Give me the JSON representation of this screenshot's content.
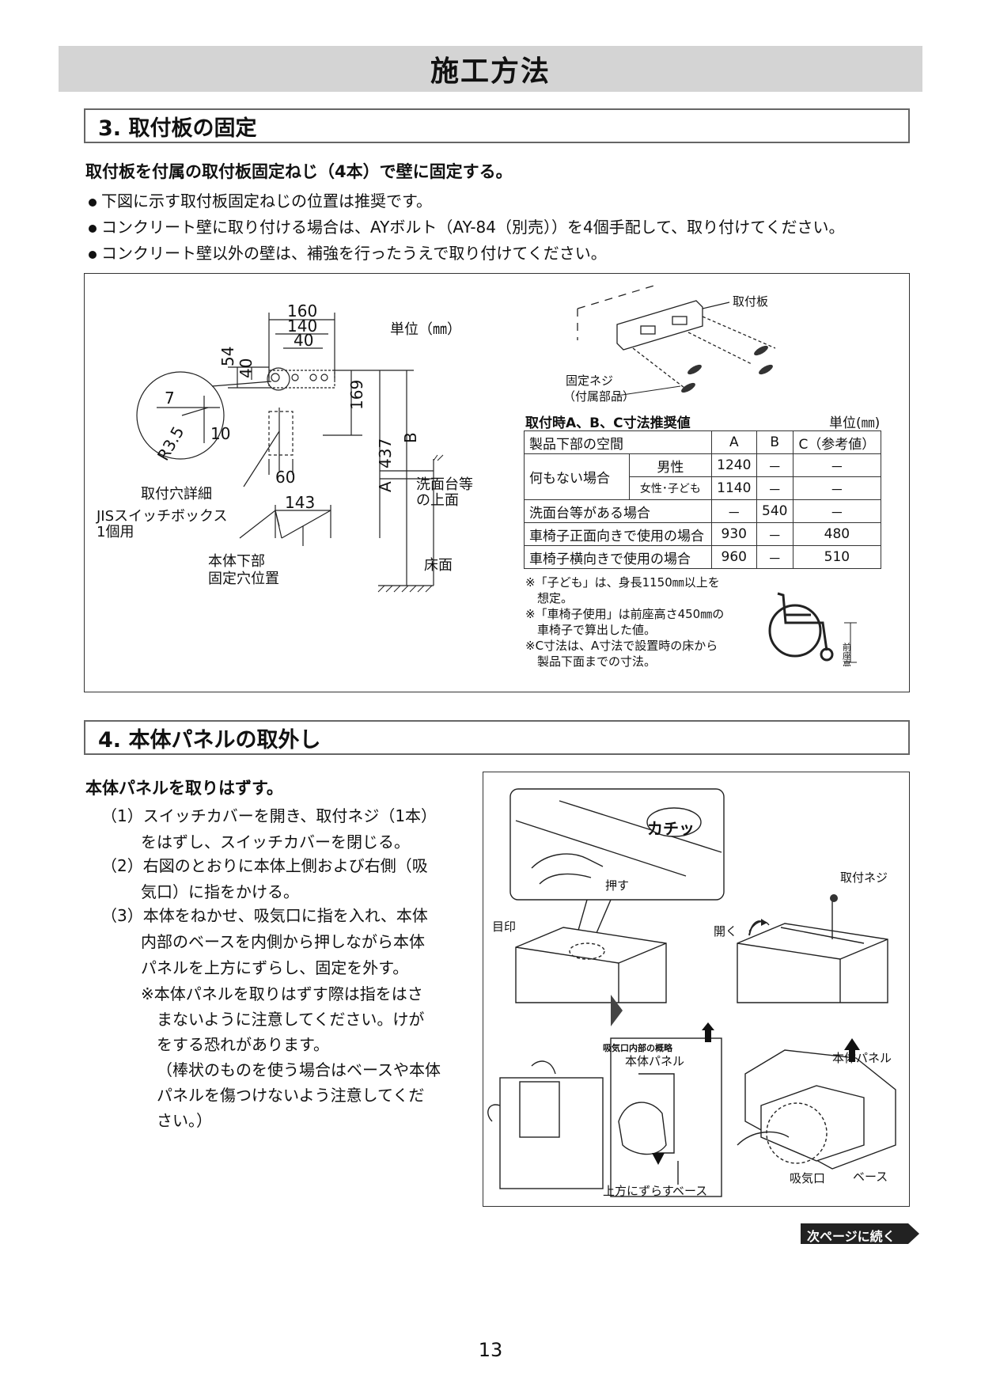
{
  "header": {
    "title": "施工方法"
  },
  "s3": {
    "heading": "3. 取付板の固定",
    "lead": "取付板を付属の取付板固定ねじ（4本）で壁に固定する。",
    "bullets": [
      "下図に示す取付板固定ねじの位置は推奨です。",
      "コンクリート壁に取り付ける場合は、AYボルト（AY-84（別売））を4個手配して、取り付けてください。",
      "コンクリート壁以外の壁は、補強を行ったうえで取り付けてください。"
    ],
    "dims": {
      "d160": "160",
      "d140": "140",
      "d40": "40",
      "d54": "54",
      "d40v": "40",
      "d169": "169",
      "d437": "437",
      "dA": "A",
      "dB": "B",
      "d7": "7",
      "d10": "10",
      "r35": "R3.5",
      "d60": "60",
      "d143": "143"
    },
    "unit_label": "単位（㎜）",
    "labels": {
      "hole_detail": "取付穴詳細",
      "jis_line1": "JISスイッチボックス",
      "jis_line2": "1個用",
      "bottom_line1": "本体下部",
      "bottom_line2": "固定穴位置",
      "sink_line1": "洗面台等",
      "sink_line2": "の上面",
      "floor": "床面",
      "mount_plate": "取付板",
      "screw_line1": "固定ネジ",
      "screw_line2": "（付属部品）"
    },
    "table": {
      "title": "取付時A、B、C寸法推奨値",
      "unit": "単位(㎜)",
      "headers": [
        "製品下部の空間",
        "A",
        "B",
        "C（参考値）"
      ],
      "row_group": "何もない場合",
      "rows": [
        {
          "sub": "男性",
          "a": "1240",
          "b": "－",
          "c": "－"
        },
        {
          "sub": "女性･子ども",
          "a": "1140",
          "b": "－",
          "c": "－"
        },
        {
          "label": "洗面台等がある場合",
          "a": "－",
          "b": "540",
          "c": "－"
        },
        {
          "label": "車椅子正面向きで使用の場合",
          "a": "930",
          "b": "－",
          "c": "480"
        },
        {
          "label": "車椅子横向きで使用の場合",
          "a": "960",
          "b": "－",
          "c": "510"
        }
      ]
    },
    "notes": [
      "※「子ども」は、身長1150㎜以上を",
      "　想定。",
      "※「車椅子使用」は前座高さ450㎜の",
      "　車椅子で算出した値。",
      "※C寸法は、A寸法で設置時の床から",
      "　製品下面までの寸法。"
    ],
    "seat_height": "前座高"
  },
  "s4": {
    "heading": "4. 本体パネルの取外し",
    "lead": "本体パネルを取りはずす。",
    "steps": [
      {
        "num": "（1）",
        "l1": "スイッチカバーを開き、取付ネジ（1本）",
        "l2": "をはずし、スイッチカバーを閉じる。"
      },
      {
        "num": "（2）",
        "l1": "右図のとおりに本体上側および右側（吸",
        "l2": "気口）に指をかける。"
      },
      {
        "num": "（3）",
        "l1": "本体をねかせ、吸気口に指を入れ、本体",
        "l2": "内部のベースを内側から押しながら本体",
        "l3": "パネルを上方にずらし、固定を外す。"
      }
    ],
    "warning": [
      "※本体パネルを取りはずす際は指をはさ",
      "まないように注意してください。けが",
      "をする恐れがあります。",
      "（棒状のものを使う場合はベースや本体",
      "パネルを傷つけないよう注意してくだ",
      "さい。）"
    ],
    "fig": {
      "click": "カチッ",
      "press": "押す",
      "mark": "目印",
      "open": "開く",
      "screw": "取付ネジ",
      "inlet_title": "吸気口内部の概略",
      "panel": "本体パネル",
      "panel2": "本体パネル",
      "shift_up": "上方にずらす",
      "base": "ベース",
      "inlet": "吸気口",
      "base2": "ベース"
    }
  },
  "continue": "次ページに続く",
  "page_number": "13"
}
